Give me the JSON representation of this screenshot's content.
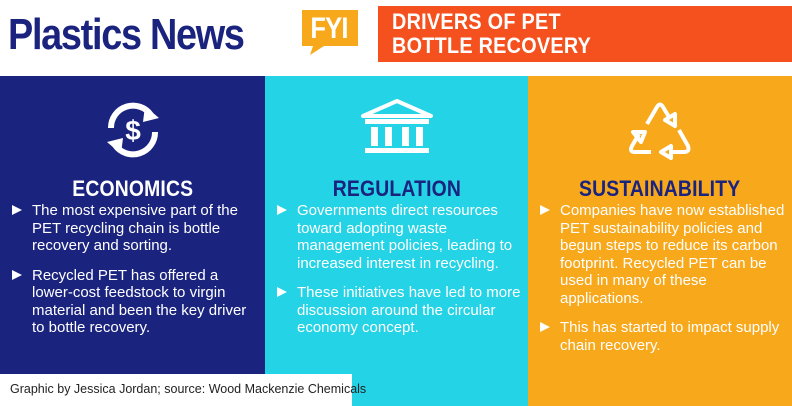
{
  "header": {
    "brand": "Plastics News",
    "fyi_badge": "FYI",
    "banner_line1": "DRIVERS OF PET",
    "banner_line2": "BOTTLE RECOVERY"
  },
  "panels": [
    {
      "heading": "ECONOMICS",
      "icon": "dollar-cycle-icon",
      "bullets": [
        "The most expensive part of the PET recycling chain is bottle recovery and sorting.",
        "Recycled PET has offered a lower-cost feedstock to virgin material and been the key driver to bottle recovery."
      ]
    },
    {
      "heading": "REGULATION",
      "icon": "government-building-icon",
      "bullets": [
        "Governments direct resources toward adopting waste management policies, leading to increased interest in recycling.",
        "These initiatives have led to more discussion around the circular economy concept."
      ]
    },
    {
      "heading": "SUSTAINABILITY",
      "icon": "recycle-icon",
      "bullets": [
        "Companies have now established PET sustainability policies and begun steps to reduce its carbon footprint. Recycled PET can be used in many of these applications.",
        "This has started to impact supply chain recovery."
      ]
    }
  ],
  "credit": "Graphic by Jessica Jordan; source: Wood Mackenzie Chemicals",
  "colors": {
    "navy": "#1a237e",
    "cyan": "#24d3e6",
    "orange": "#f7a81b",
    "banner_red": "#f4511e",
    "fyi_orange": "#f7a81b"
  }
}
